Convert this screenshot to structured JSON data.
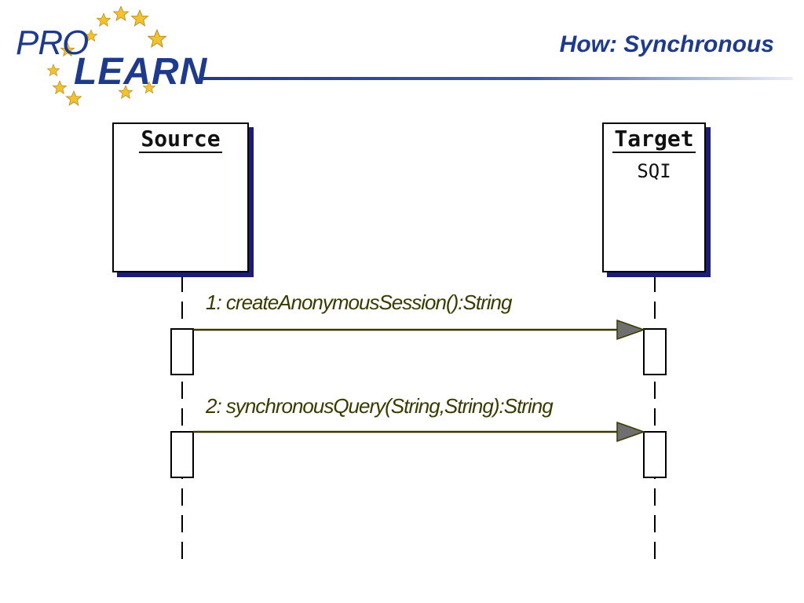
{
  "logo": {
    "pro": "PRO",
    "learn": "LEARN",
    "icon": "eu-star-logo"
  },
  "slide": {
    "title": "How: Synchronous"
  },
  "diagram": {
    "lifelines": [
      {
        "name": "Source",
        "type": ""
      },
      {
        "name": "Target",
        "type": "SQI"
      }
    ],
    "messages": [
      {
        "label": "1: createAnonymousSession():String",
        "from": "Source",
        "to": "Target"
      },
      {
        "label": "2: synchronousQuery(String,String):String",
        "from": "Source",
        "to": "Target"
      }
    ],
    "colors": {
      "arrow": "#3a3a00",
      "arrowhead": "#6f6f6f",
      "shadow": "#1c1c7a",
      "brand": "#1e3a8c",
      "star": "#f2c230"
    }
  }
}
